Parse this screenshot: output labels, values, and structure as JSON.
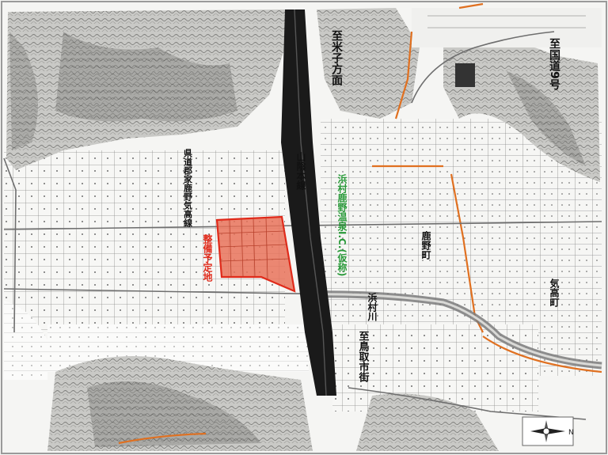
{
  "map": {
    "labels": {
      "to_yonago": "至米子方面",
      "national_route_9": "至国道9号",
      "sanin_main_line": "山陰本線",
      "prefectural_road": "県道郡家鹿野気高線",
      "hamamura_ic": "浜村鹿野温泉I.C.(仮称)",
      "site_planned": "整備予定地",
      "shikano_town": "鹿野町",
      "hamamura_river": "浜村川",
      "ketaka_town": "気高町",
      "to_tottori": "至鳥取市街"
    },
    "colors": {
      "site_fill": "#e9735a",
      "site_outline": "#e02a1a",
      "label_red": "#e02a1a",
      "label_green": "#2a9a3a",
      "river": "#7a7a7a",
      "rail": "#111111",
      "orange_road": "#e07020"
    },
    "compass": {
      "north_symbol": "N"
    }
  }
}
